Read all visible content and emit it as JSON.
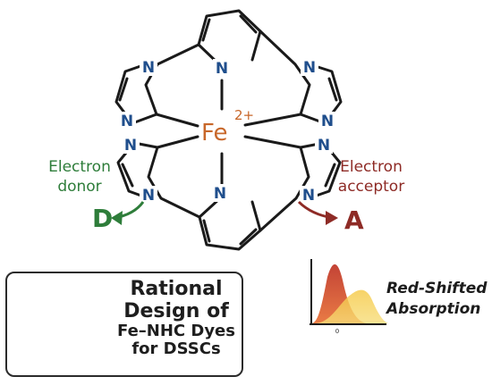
{
  "molecule": {
    "metal": "Fe",
    "charge": "2+",
    "n_atoms": [
      "N",
      "N",
      "N",
      "N",
      "N",
      "N",
      "N",
      "N",
      "N",
      "N"
    ]
  },
  "donor": {
    "label_line1": "Electron",
    "label_line2": "donor",
    "letter": "D",
    "color": "#2e7d3a"
  },
  "acceptor": {
    "label_line1": "Electron",
    "label_line2": "acceptor",
    "letter": "A",
    "color": "#8e2b26"
  },
  "title_box": {
    "line1": "Rational",
    "line2": "Design of",
    "line3": "Fe–NHC Dyes",
    "line4": "for DSSCs"
  },
  "absorption": {
    "line1": "Red-Shifted",
    "line2": "Absorption",
    "axis_tick": "0"
  },
  "colors": {
    "nitrogen": "#1f4e8c",
    "iron": "#c8672a",
    "bond": "#1a1a1a",
    "red_peak": "#c0392b",
    "yellow_peak": "#f2c94c"
  }
}
